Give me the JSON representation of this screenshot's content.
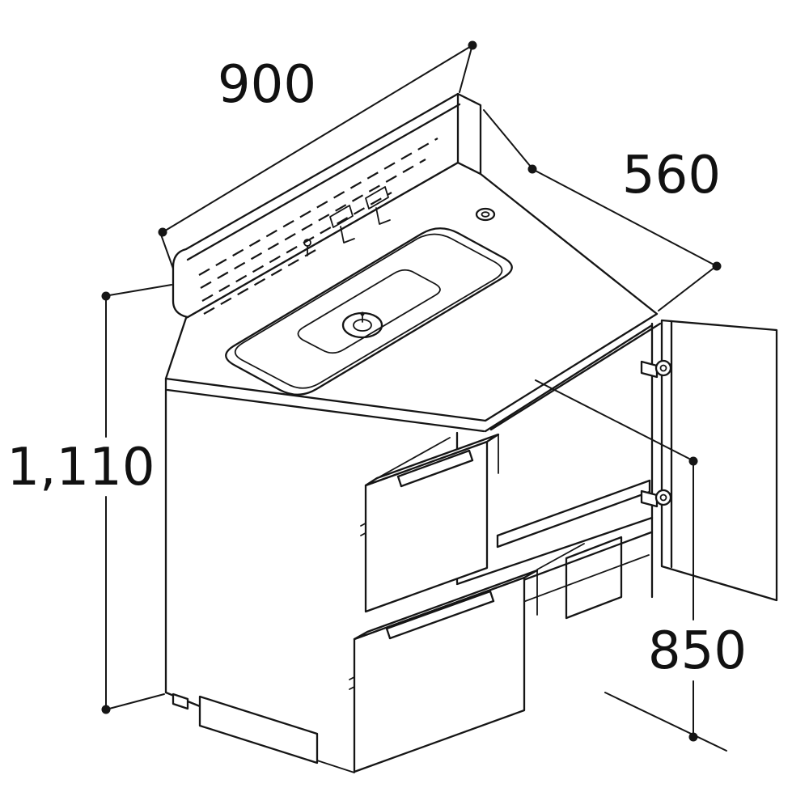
{
  "diagram": {
    "type": "technical-dimension-drawing",
    "subject": "washbasin-vanity-cabinet",
    "colors": {
      "background": "#ffffff",
      "line": "#151515",
      "text": "#111111"
    },
    "dimensions": {
      "width": "900",
      "depth": "560",
      "total_height": "1,110",
      "counter_height": "850"
    }
  }
}
